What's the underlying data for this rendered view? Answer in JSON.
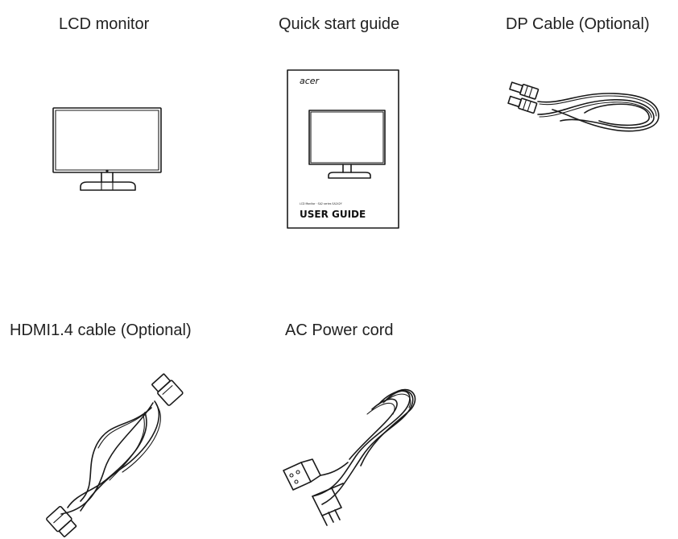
{
  "items": [
    {
      "id": "lcd-monitor",
      "label": "LCD monitor",
      "icon": "monitor-icon"
    },
    {
      "id": "quick-start-guide",
      "label": "Quick start guide",
      "icon": "user-guide-booklet-icon"
    },
    {
      "id": "dp-cable",
      "label": "DP Cable (Optional)",
      "icon": "dp-cable-icon"
    },
    {
      "id": "hdmi-cable",
      "label": "HDMI1.4 cable (Optional)",
      "icon": "hdmi-cable-icon"
    },
    {
      "id": "ac-power-cord",
      "label": "AC Power cord",
      "icon": "power-cord-icon"
    }
  ],
  "guide": {
    "brand": "acer",
    "subtitle": "LCD Monitor · SA2 series SA242Y",
    "title": "USER GUIDE"
  }
}
